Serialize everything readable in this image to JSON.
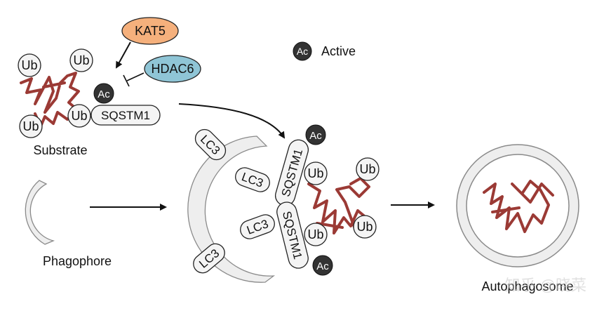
{
  "legend": {
    "icon_text": "Ac",
    "label": "Active"
  },
  "enzymes": {
    "kat5": {
      "label": "KAT5",
      "color": "#f5b07c"
    },
    "hdac6": {
      "label": "HDAC6",
      "color": "#8fc5d6"
    }
  },
  "markers": {
    "ubiquitin": "Ub",
    "acetyl": "Ac",
    "lc3": "LC3",
    "receptor": "SQSTM1"
  },
  "labels": {
    "substrate": "Substrate",
    "phagophore": "Phagophore",
    "autophagosome": "Autophagosome"
  },
  "colors": {
    "substrate": "#9b3a35",
    "membrane_fill": "#eeeeee",
    "membrane_stroke": "#8a8a8a",
    "acetyl_fill": "#333333"
  },
  "watermark": "知乎 @晓菜"
}
